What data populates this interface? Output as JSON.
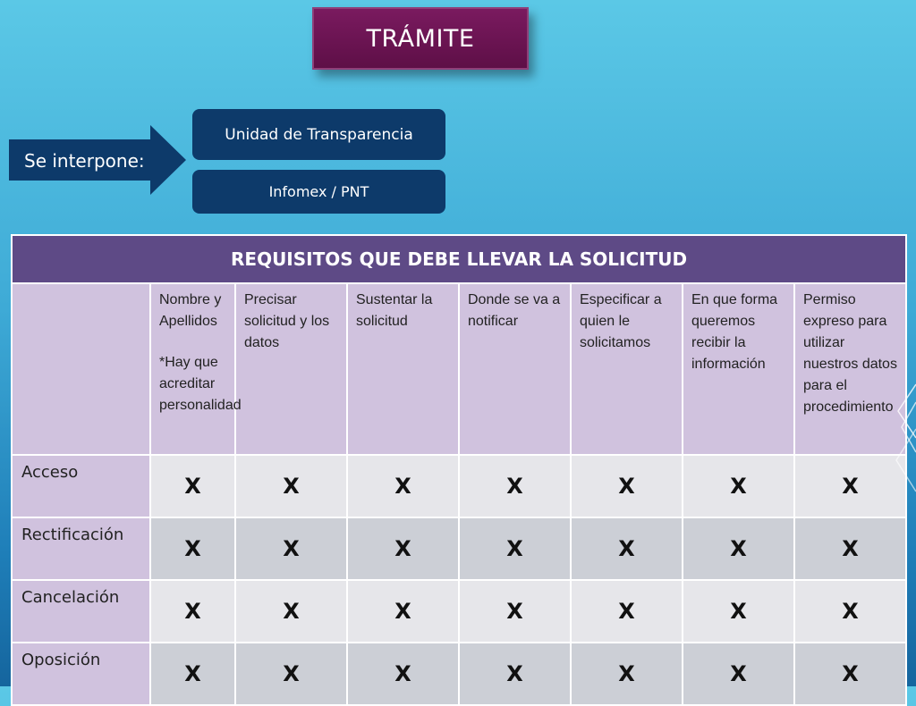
{
  "title": "TRÁMITE",
  "interpone": {
    "label": "Se interpone:",
    "options": [
      "Unidad de Transparencia",
      "Infomex / PNT"
    ]
  },
  "table": {
    "header": "REQUISITOS QUE DEBE LLEVAR LA SOLICITUD",
    "requirements": [
      {
        "lines": [
          "Nombre y Apellidos"
        ],
        "note": "*Hay que acreditar personalidad"
      },
      {
        "lines": [
          "Precisar solicitud y los datos"
        ]
      },
      {
        "lines": [
          "Sustentar la solicitud"
        ]
      },
      {
        "lines": [
          "Donde se va a notificar"
        ]
      },
      {
        "lines": [
          "Especificar a quien le solicitamos"
        ]
      },
      {
        "lines": [
          "En que forma queremos recibir la información"
        ]
      },
      {
        "lines": [
          "Permiso expreso para utilizar nuestros datos para el procedimiento"
        ]
      }
    ],
    "rows": [
      {
        "label": "Acceso",
        "marks": [
          "X",
          "X",
          "X",
          "X",
          "X",
          "X",
          "X"
        ]
      },
      {
        "label": "Rectificación",
        "marks": [
          "X",
          "X",
          "X",
          "X",
          "X",
          "X",
          "X"
        ]
      },
      {
        "label": "Cancelación",
        "marks": [
          "X",
          "X",
          "X",
          "X",
          "X",
          "X",
          "X"
        ]
      },
      {
        "label": "Oposición",
        "marks": [
          "X",
          "X",
          "X",
          "X",
          "X",
          "X",
          "X"
        ]
      }
    ]
  },
  "colors": {
    "title_bg": "#6b1452",
    "pill_bg": "#0d3a6a",
    "table_header_bg": "#5e4a86",
    "table_label_bg": "#d0c2de"
  }
}
